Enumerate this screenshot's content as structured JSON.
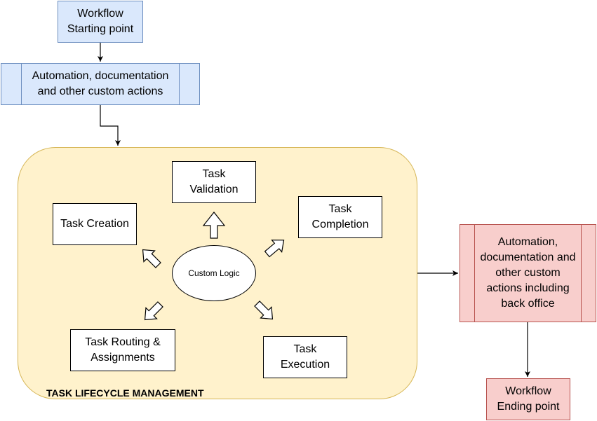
{
  "nodes": {
    "start": "Workflow\nStarting point",
    "automation_top": "Automation, documentation\nand other custom actions",
    "lifecycle_label": "TASK LIFECYCLE MANAGEMENT",
    "custom_logic": "Custom Logic",
    "task_validation": "Task\nValidation",
    "task_creation": "Task Creation",
    "task_completion": "Task\nCompletion",
    "task_routing": "Task Routing &\nAssignments",
    "task_execution": "Task\nExecution",
    "automation_bottom": "Automation,\ndocumentation and\nother custom\nactions including\nback office",
    "end": "Workflow\nEnding point"
  },
  "colors": {
    "blue_fill": "#dae8fc",
    "blue_stroke": "#6c8ebf",
    "red_fill": "#f8cecc",
    "red_stroke": "#b85450",
    "yellow_fill": "#fff2cc",
    "yellow_stroke": "#d6b656"
  }
}
